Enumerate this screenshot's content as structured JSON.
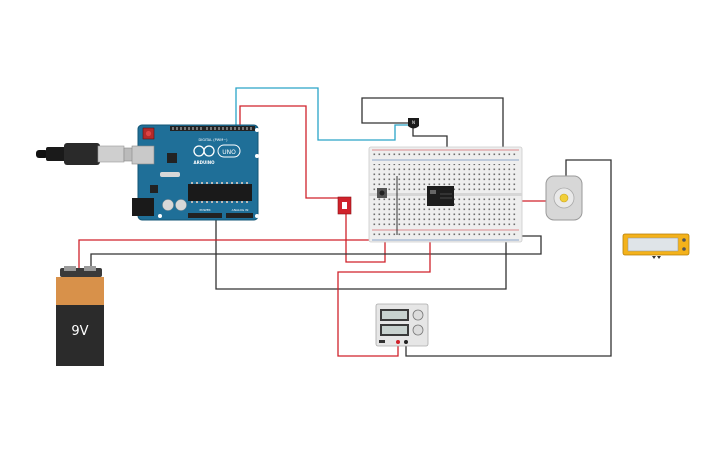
{
  "components": {
    "arduino": {
      "name": "UNO",
      "brand": "ARDUINO",
      "header_digital": "DIGITAL (PWM~)",
      "header_power": "POWER",
      "header_analog": "ANALOG IN",
      "color": "#1f6f98"
    },
    "battery": {
      "label": "9V",
      "top_color": "#d8914a",
      "body_color": "#2b2b2b"
    },
    "breadboard": {
      "color": "#eeeeee"
    },
    "motor": {
      "color": "#d7d7d7"
    },
    "lcd": {
      "color": "#f4b21b"
    },
    "power_supply": {
      "color": "#e6e6e6"
    }
  },
  "wire_colors": {
    "red": "#d0222b",
    "black": "#333333",
    "blue": "#2aa4c8"
  }
}
